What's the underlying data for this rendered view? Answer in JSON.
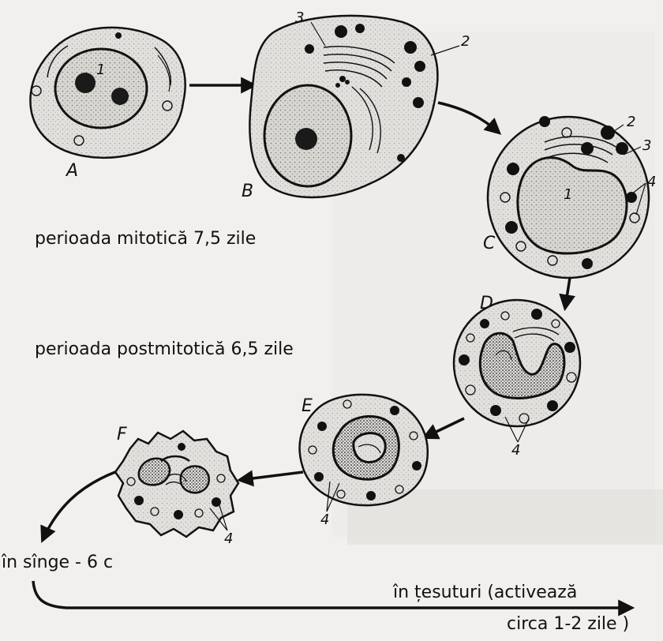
{
  "cell_labels": {
    "A": "A",
    "B": "B",
    "C": "C",
    "D": "D",
    "E": "E",
    "F": "F"
  },
  "structure_labels": {
    "nucleus": "1",
    "granules": "2",
    "golgi": "3",
    "specific_granules": "4"
  },
  "periods": {
    "mitotic": "perioada mitotică 7,5 zile",
    "postmitotic": "perioada postmitotică 6,5 zile"
  },
  "fate": {
    "blood": "în sînge - 6 c",
    "tissues_line1": "în țesuturi (activează",
    "tissues_line2": "circa 1-2 zile )"
  },
  "colors": {
    "ink": "#111111",
    "paper": "#f1f0ee",
    "cell_fill": "#e2e0dc",
    "chromatin": "#1a1a1a"
  }
}
